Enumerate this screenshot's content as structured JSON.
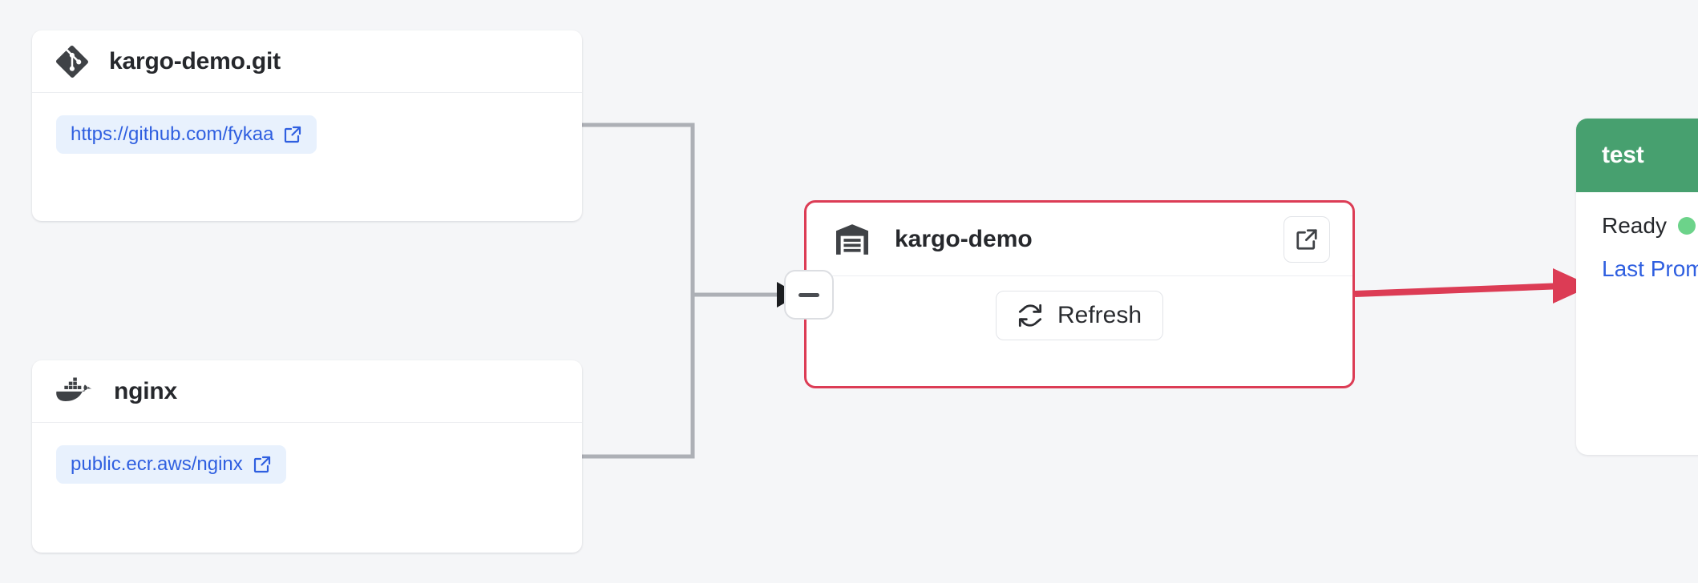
{
  "theme": {
    "background": "#f5f6f8",
    "card_background": "#ffffff",
    "edge_gray": "#adb0b6",
    "edge_red": "#dc3c55",
    "warehouse_border": "#dc3c55",
    "stage_header_green": "#47a06f",
    "ready_dot_green": "#6cd38a",
    "link_blue": "#2f5fe0",
    "chip_background": "#e8f1fd"
  },
  "repo_card": {
    "title": "kargo-demo.git",
    "icon": "git-icon",
    "url_chip": {
      "label": "https://github.com/fykaa",
      "icon": "external-link-icon"
    }
  },
  "image_card": {
    "title": "nginx",
    "icon": "docker-icon",
    "url_chip": {
      "label": "public.ecr.aws/nginx",
      "icon": "external-link-icon"
    }
  },
  "warehouse_card": {
    "title": "kargo-demo",
    "icon": "warehouse-icon",
    "open_button_icon": "external-link-icon",
    "refresh_button": {
      "label": "Refresh",
      "icon": "sync-icon"
    }
  },
  "collapse_node": {
    "icon": "minus-icon"
  },
  "stage_card": {
    "name": "test",
    "status_label": "Ready",
    "status_indicator": "green-dot",
    "last_promoted_label": "Last Prom"
  }
}
